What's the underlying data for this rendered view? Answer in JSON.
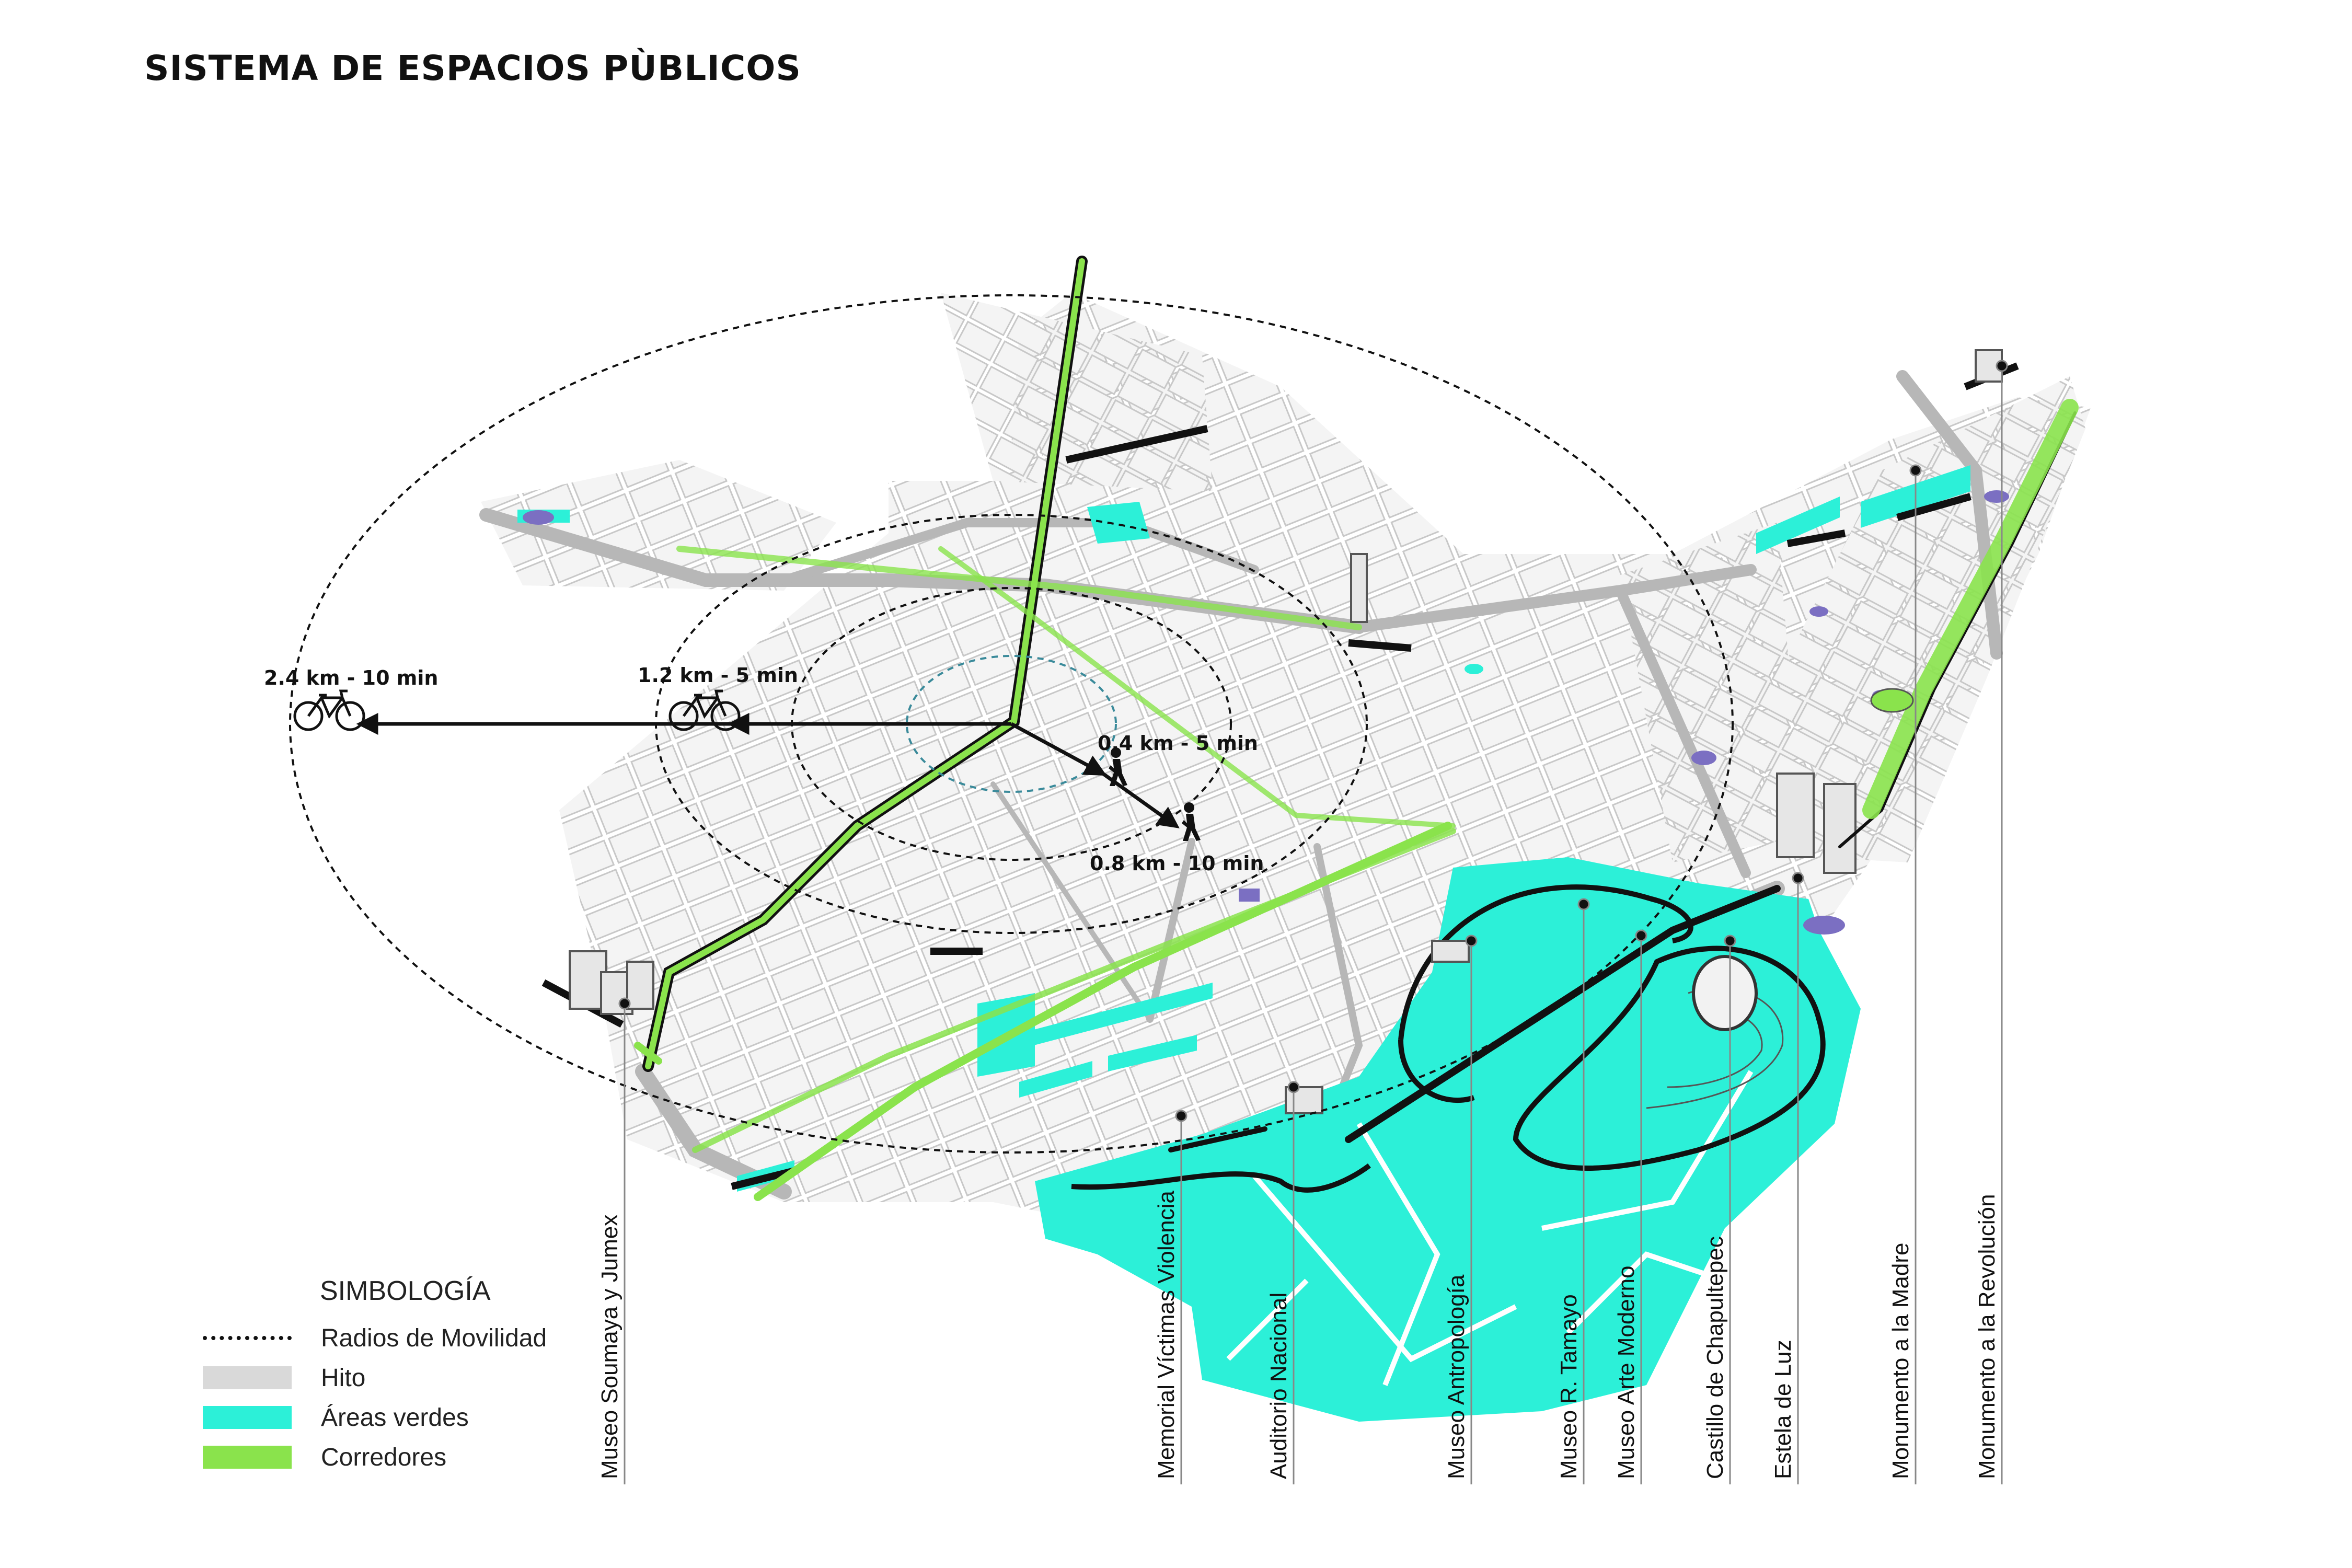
{
  "title": "SISTEMA DE ESPACIOS PÙBLICOS",
  "colors": {
    "areas_verdes": "#2cf0d8",
    "corredores": "#8ae34c",
    "hito": "#d9d9d9",
    "hito_purple": "#7b6fc2",
    "streets": "#b7b7b7"
  },
  "distances": {
    "r1": "2.4 km - 10 min",
    "r2": "1.2 km - 5 min",
    "r3": "0.4  km - 5 min",
    "r4": "0.8 km - 10 min"
  },
  "legend": {
    "title": "SIMBOLOGÍA",
    "items": [
      {
        "label": "Radios de Movilidad",
        "kind": "dashed"
      },
      {
        "label": "Hito",
        "kind": "hito"
      },
      {
        "label": "Áreas verdes",
        "kind": "verde"
      },
      {
        "label": "Corredores",
        "kind": "corredor"
      }
    ]
  },
  "landmarks": [
    "Museo  Soumaya y Jumex",
    "Memorial Víctimas Violencia",
    "Auditorio Nacional",
    "Museo Antropología",
    "Museo R. Tamayo",
    "Museo Arte Moderno",
    "Castillo de Chapultepec",
    "Estela de Luz",
    "Monumento a la Madre",
    "Monumento a la Revolución"
  ],
  "icons": [
    "bicycle-icon",
    "pedestrian-icon"
  ]
}
